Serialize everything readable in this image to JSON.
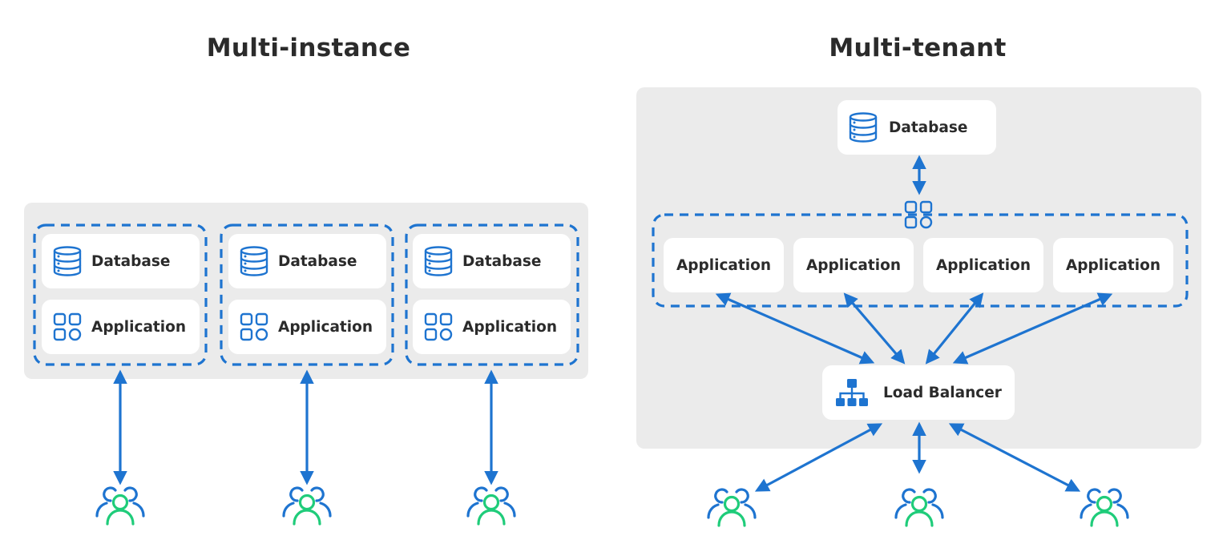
{
  "multi_instance": {
    "title": "Multi-instance",
    "instances": [
      {
        "database_label": "Database",
        "application_label": "Application"
      },
      {
        "database_label": "Database",
        "application_label": "Application"
      },
      {
        "database_label": "Database",
        "application_label": "Application"
      }
    ],
    "user_groups": 3
  },
  "multi_tenant": {
    "title": "Multi-tenant",
    "database_label": "Database",
    "applications": [
      "Application",
      "Application",
      "Application",
      "Application"
    ],
    "load_balancer_label": "Load Balancer",
    "user_groups": 3
  },
  "colors": {
    "accent_blue": "#1e74d0",
    "user_green": "#1fcc7a",
    "panel_gray": "#ebebeb",
    "text_dark": "#2b2b2b"
  },
  "icons": {
    "database": "database-icon",
    "application": "apps-grid-icon",
    "load_balancer": "network-hierarchy-icon",
    "users": "users-group-icon"
  }
}
